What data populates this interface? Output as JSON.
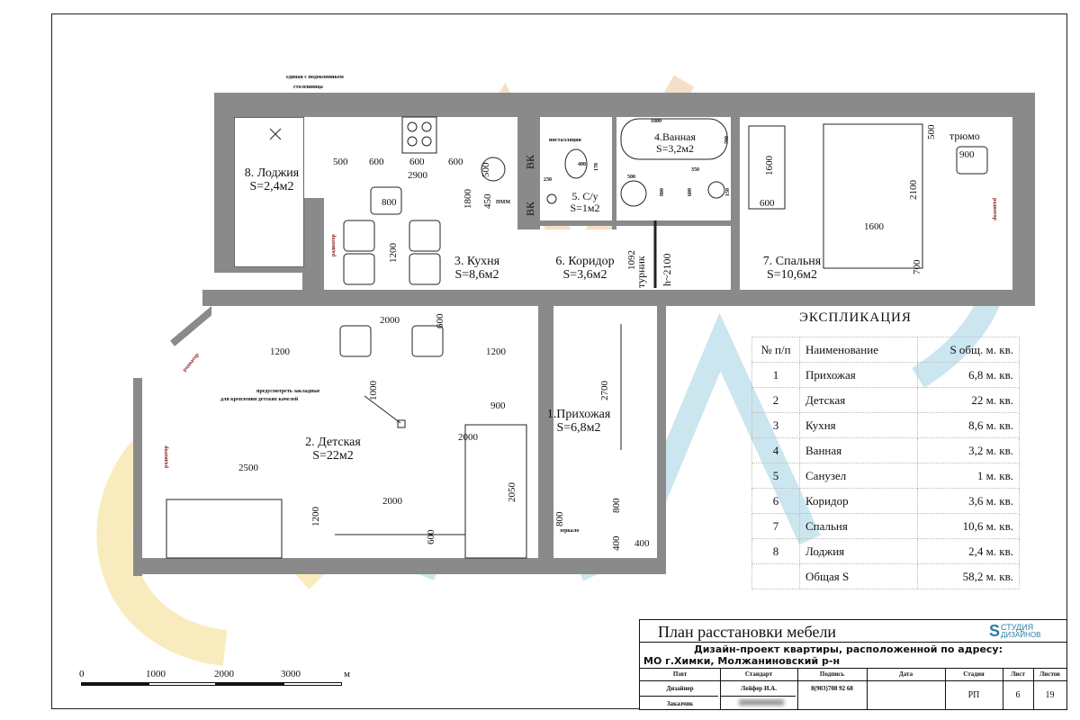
{
  "watermark": {
    "brand_line1": "СТУДИЯ",
    "brand_line2": "ДИЗАЙНОВ",
    "colors": {
      "orange": "#e8b98a",
      "blue": "#7fc1d6",
      "yellow": "#f2dc8a"
    }
  },
  "annotations": {
    "countertop_1": "единая с подоконником",
    "countertop_2": "столешница",
    "installation": "инсталляция",
    "pmm": "ПММ",
    "duct": "ВК",
    "pullup_bar": "турник",
    "height": "h~2100",
    "dresser": "трюмо",
    "mirror": "зеркало",
    "note_1": "предусмотреть закладные",
    "note_2": "для крепления детских качелей",
    "radiator": "радиатор"
  },
  "rooms": {
    "loggia": {
      "name": "8. Лоджия",
      "area": "S=2,4м2"
    },
    "kitchen": {
      "name": "3. Кухня",
      "area": "S=8,6м2"
    },
    "wc": {
      "name": "5. С/у",
      "area": "S=1м2"
    },
    "bath": {
      "name": "4.Ванная",
      "area": "S=3,2м2"
    },
    "corridor": {
      "name": "6. Коридор",
      "area": "S=3,6м2"
    },
    "bedroom": {
      "name": "7. Спальня",
      "area": "S=10,6м2"
    },
    "kids": {
      "name": "2. Детская",
      "area": "S=22м2"
    },
    "hall": {
      "name": "1.Прихожая",
      "area": "S=6,8м2"
    }
  },
  "dims": {
    "k1": "500",
    "k2": "600",
    "k3": "600",
    "k4": "2900",
    "k5": "600",
    "k6": "500",
    "k7": "1800",
    "k8": "450",
    "k9": "800",
    "k10": "1200",
    "w1": "400",
    "w2": "170",
    "w3": "230",
    "b1": "1800",
    "b2": "700",
    "b3": "500",
    "b4": "800",
    "b5": "600",
    "b6": "350",
    "b7": "150",
    "c1": "1092",
    "s1": "1600",
    "s2": "600",
    "s3": "500",
    "s4": "2100",
    "s5": "1600",
    "s6": "700",
    "s7": "900",
    "d1": "2000",
    "d2": "600",
    "d3": "1200",
    "d4": "1200",
    "d5": "1000",
    "d6": "900",
    "d7": "2000",
    "d8": "2500",
    "d9": "2050",
    "d10": "2000",
    "d11": "1200",
    "d12": "600",
    "h1": "2700",
    "h2": "800",
    "h3": "800",
    "h4": "400",
    "h5": "400"
  },
  "explication": {
    "title": "ЭКСПЛИКАЦИЯ",
    "headers": [
      "№ п/п",
      "Наименование",
      "S общ. м. кв."
    ],
    "rows": [
      [
        "1",
        "Прихожая",
        "6,8 м. кв."
      ],
      [
        "2",
        "Детская",
        "22 м. кв."
      ],
      [
        "3",
        "Кухня",
        "8,6 м. кв."
      ],
      [
        "4",
        "Ванная",
        "3,2 м. кв."
      ],
      [
        "5",
        "Санузел",
        "1 м. кв."
      ],
      [
        "6",
        "Коридор",
        "3,6 м. кв."
      ],
      [
        "7",
        "Спальня",
        "10,6 м. кв."
      ],
      [
        "8",
        "Лоджия",
        "2,4 м. кв."
      ]
    ],
    "total": [
      "",
      "Общая S",
      "58,2 м. кв."
    ]
  },
  "title_block": {
    "title": "План расстановки мебели",
    "logo_1": "СТУДИЯ",
    "logo_2": "ДИЗАЙНОВ",
    "address_1": "Дизайн-проект квартиры, расположенной по адресу:",
    "address_2": "МО г.Химки, Молжаниновский р-н",
    "headers": [
      "Пзвт",
      "Стандарт",
      "Подпись",
      "Дата",
      "Стадия",
      "Лист",
      "Листов"
    ],
    "row1": [
      "Дизайнер",
      "Лейфер И.А.",
      "8(903)708 92 68"
    ],
    "row2": [
      "Заказчик"
    ],
    "stage": "РП",
    "sheet": "6",
    "sheets": "19"
  },
  "scale_bar": {
    "labels": [
      "0",
      "1000",
      "2000",
      "3000",
      "м"
    ]
  }
}
